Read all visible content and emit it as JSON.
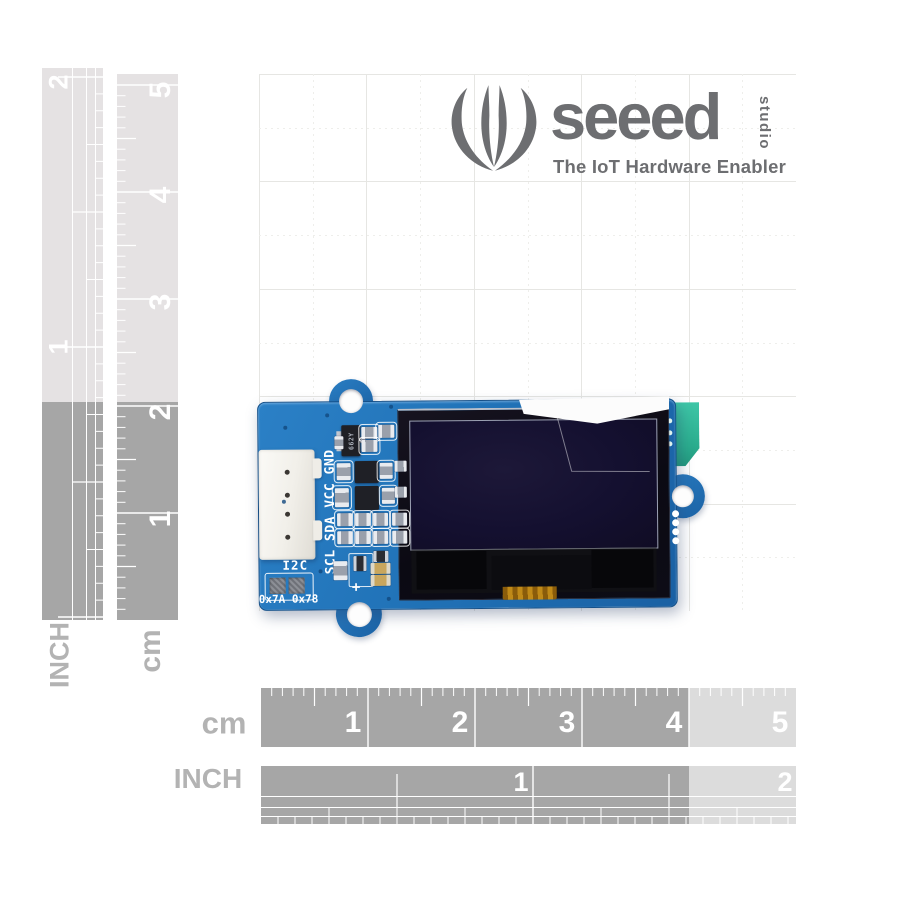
{
  "brand": {
    "name": "seeed",
    "sub": "studio",
    "tagline": "The IoT Hardware Enabler",
    "logo_color": "#6d6e71"
  },
  "board": {
    "pin_labels": "SCL SDA VCC GND",
    "interface_label": "I2C",
    "i2c_addresses": "0x7A 0x78",
    "regulator_chip_label": "662Y",
    "polarity_label": "+",
    "colors": {
      "pcb_blue": "#2173b8",
      "connector_tab_green": "#2fb69a",
      "oled_panel": "#120f23",
      "grove_connector_white": "#f3f1ec",
      "flex_cable_orange": "#c08a18"
    }
  },
  "rulers": {
    "colors": {
      "dark": "#a6a6a6",
      "light": "#dcdcdc",
      "left_light": "#e5e2e3",
      "label": "#b3b3b3",
      "tick": "#ffffff"
    },
    "bottom_cm": {
      "label": "cm",
      "numbers": [
        "1",
        "2",
        "3",
        "4",
        "5"
      ]
    },
    "bottom_inch": {
      "label": "INCH",
      "numbers": [
        "1",
        "2"
      ]
    },
    "left_cm": {
      "label": "cm",
      "numbers": [
        "1",
        "2",
        "3",
        "4",
        "5"
      ]
    },
    "left_inch": {
      "label": "INCH",
      "numbers": [
        "1",
        "2"
      ]
    }
  },
  "backdrop": {
    "grid_major_color": "#e6e6e3",
    "grid_minor_color": "#eeeeeb"
  }
}
